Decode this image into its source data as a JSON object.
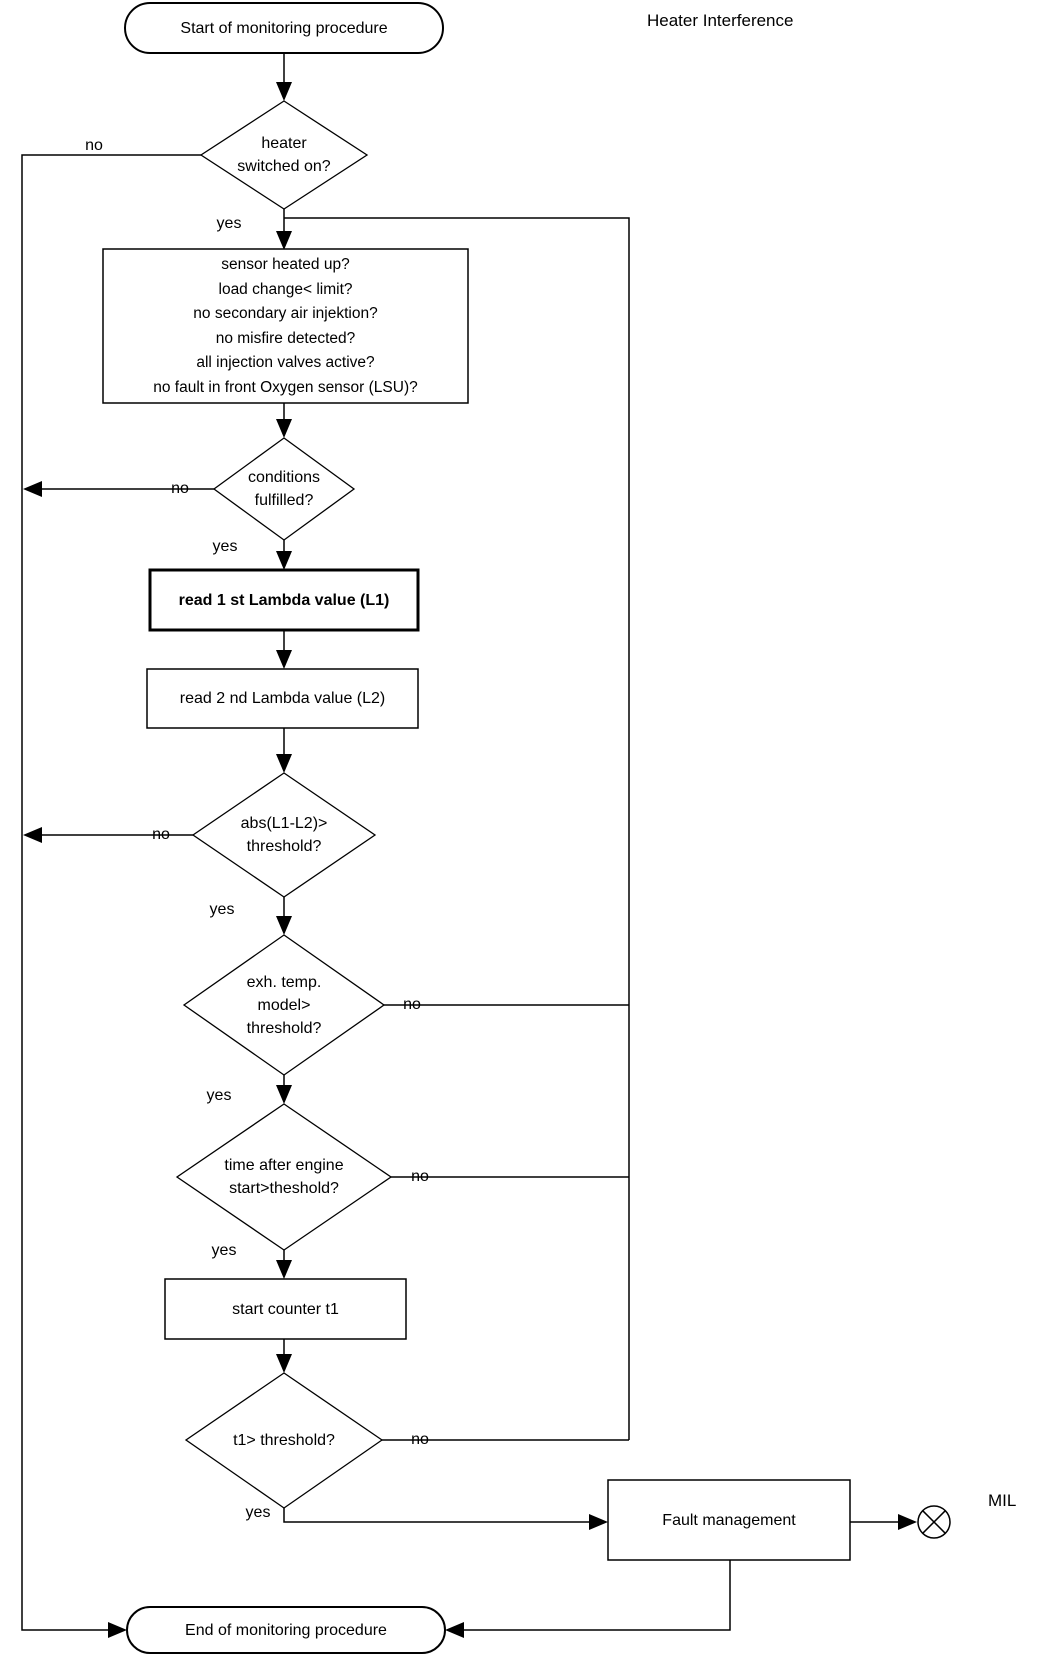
{
  "page": {
    "title": "Heater Interference"
  },
  "colors": {
    "background": "#ffffff",
    "line": "#000000",
    "text": "#000000"
  },
  "labels": {
    "yes": "yes",
    "no": "no"
  },
  "flowchart": {
    "start": "Start of monitoring procedure",
    "heater_decision": {
      "line1": "heater",
      "line2": "switched on?"
    },
    "precondition_checks": {
      "lines": [
        "sensor heated up?",
        "load change< limit?",
        "no secondary air injektion?",
        "no misfire detected?",
        "all injection valves active?",
        "no fault in front Oxygen sensor (LSU)?"
      ]
    },
    "conditions_decision": {
      "line1": "conditions",
      "line2": "fulfilled?"
    },
    "read_l1": "read 1 st Lambda value (L1)",
    "read_l2": "read 2 nd Lambda value (L2)",
    "abs_decision": {
      "line1": "abs(L1-L2)>",
      "line2": "threshold?"
    },
    "exh_temp_decision": {
      "line1": "exh. temp.",
      "line2": "model>",
      "line3": "threshold?"
    },
    "time_decision": {
      "line1": "time after engine",
      "line2": "start>theshold?"
    },
    "start_counter": "start counter t1",
    "t1_decision": "t1> threshold?",
    "fault_management": "Fault management",
    "mil": "MIL",
    "end": "End of monitoring procedure"
  }
}
